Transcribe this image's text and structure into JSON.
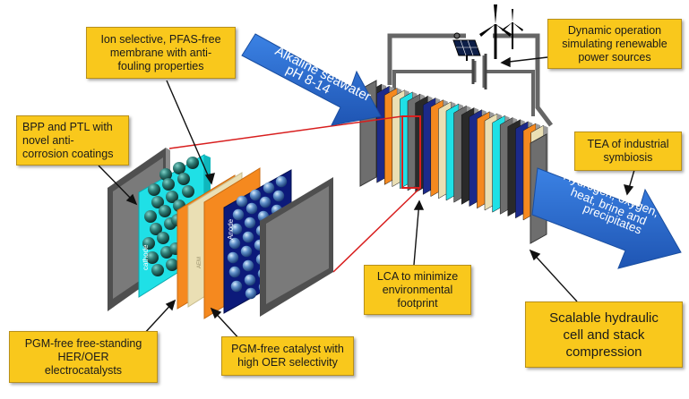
{
  "callouts": {
    "membrane": "Ion selective, PFAS-free\nmembrane with anti-\nfouling properties",
    "bpp": "BPP and PTL with\nnovel anti-\ncorrosion coatings",
    "dynamic": "Dynamic operation\nsimulating renewable\npower sources",
    "tea": "TEA of industrial\nsymbiosis",
    "lca": "LCA to minimize\nenvironmental\nfootprint",
    "scalable": "Scalable hydraulic\ncell and stack\ncompression",
    "her_oer": "PGM-free free-standing\nHER/OER\nelectrocatalysts",
    "oer_catalyst": "PGM-free catalyst  with\nhigh OER selectivity"
  },
  "arrows": {
    "inlet_line1": "Alkaline seawater",
    "inlet_line2": "pH 8-14",
    "outlet_line1": "Hydrogen, oxygen,",
    "outlet_line2": "heat, brine and",
    "outlet_line3": "precipitates"
  },
  "layer_labels": {
    "cathode": "cathode",
    "membrane": "AEM",
    "anode": "Anode"
  },
  "colors": {
    "callout_fill": "#f9c81c",
    "arrow_blue": "#2f6fd2",
    "plate_gray": "#6e6e6e",
    "cathode_cyan": "#1fe0e6",
    "membrane_beige": "#eadfb4",
    "catalyst_orange": "#f5891f",
    "anode_navy": "#0c1a7a",
    "highlight_red": "#d81e1e"
  },
  "icons": [
    "solar-panel-icon",
    "wind-turbine-icon",
    "battery-terminal-icon"
  ]
}
